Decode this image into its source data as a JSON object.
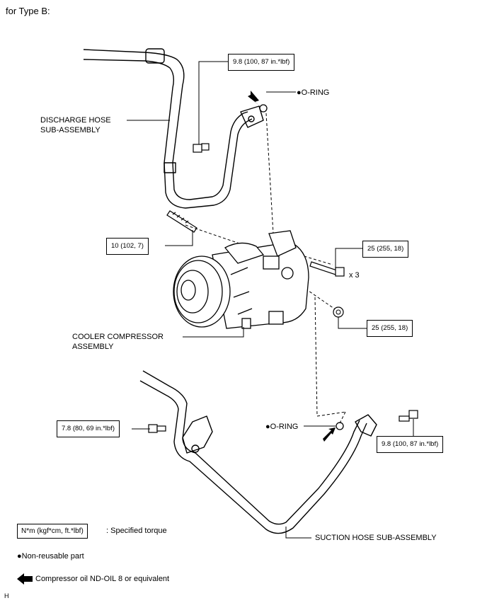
{
  "heading": "for Type B:",
  "labels": {
    "discharge_hose": [
      "DISCHARGE HOSE",
      "SUB-ASSEMBLY"
    ],
    "compressor": [
      "COOLER COMPRESSOR",
      "ASSEMBLY"
    ],
    "suction_hose": "SUCTION HOSE SUB-ASSEMBLY",
    "o_ring_top": "●O-RING",
    "o_ring_bottom": "●O-RING",
    "qty_x3": "x 3"
  },
  "torques": {
    "discharge_bolt": "9.8 (100, 87 in.*lbf)",
    "stud": "10 (102, 7)",
    "compressor_bolt": "25 (255, 18)",
    "compressor_nut": "25 (255, 18)",
    "suction_bolt_left": "7.8 (80, 69 in.*lbf)",
    "suction_bolt_right": "9.8 (100, 87 in.*lbf)"
  },
  "legend": {
    "torque_box": "N*m (kgf*cm, ft.*lbf)",
    "torque_desc": ": Specified torque",
    "non_reusable": "●Non-reusable part",
    "oil": "Compressor oil ND-OIL 8 or equivalent"
  },
  "figure_id": "H"
}
